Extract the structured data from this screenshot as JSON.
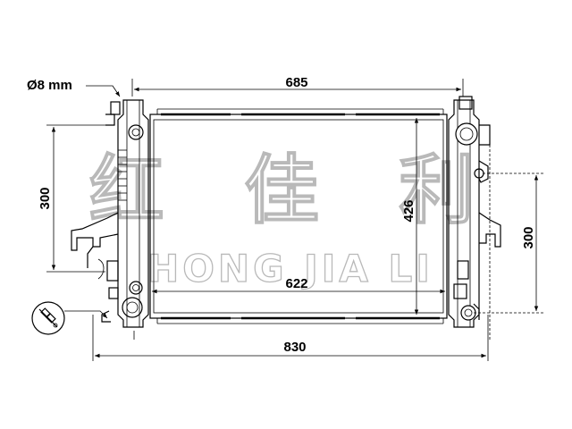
{
  "drawing": {
    "hole_label": "Ø8 mm",
    "dimensions": {
      "core_width": "685",
      "overall_width": "830",
      "inner_width": "622",
      "core_height": "426",
      "left_bracket_spacing": "300",
      "right_bracket_spacing": "300"
    },
    "watermark": {
      "chinese": "红 佳 利",
      "latin": "HONG JIA LI"
    },
    "colors": {
      "line": "#000000",
      "watermark": "#b9b9b9",
      "background": "#ffffff"
    }
  }
}
